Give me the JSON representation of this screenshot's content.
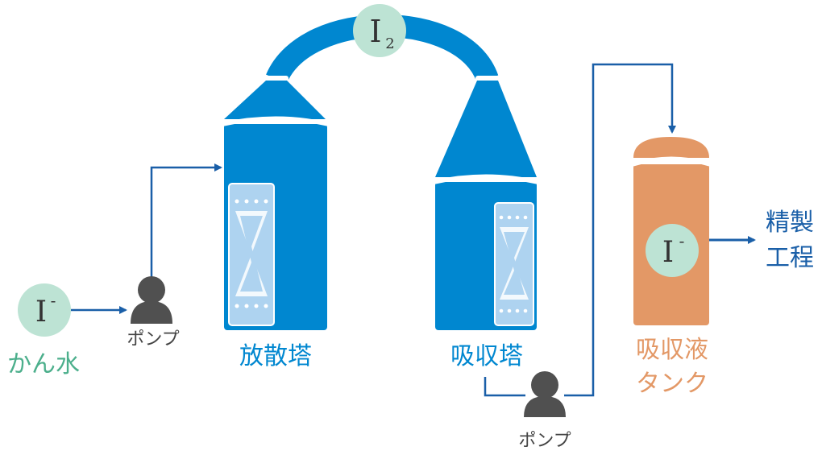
{
  "colors": {
    "tower_blue": "#0087d0",
    "packing_light": "#aed3f0",
    "flow_line": "#1a5fa8",
    "ion_circle": "#bde3d4",
    "tank_orange": "#e39866",
    "pump_gray": "#505050",
    "brine_green": "#4caf8c",
    "refine_blue": "#1a5fa8"
  },
  "ions": {
    "iodide": {
      "symbol": "I",
      "charge": "-"
    },
    "iodine": {
      "symbol": "I",
      "subscript": "2"
    }
  },
  "labels": {
    "brine": "かん水",
    "pump_left": "ポンプ",
    "stripping_tower": "放散塔",
    "absorption_tower": "吸収塔",
    "pump_bottom": "ポンプ",
    "tank_line1": "吸収液",
    "tank_line2": "タンク",
    "refine_line1": "精製",
    "refine_line2": "工程"
  },
  "icons": [
    "pump-icon",
    "arrow-icon"
  ]
}
